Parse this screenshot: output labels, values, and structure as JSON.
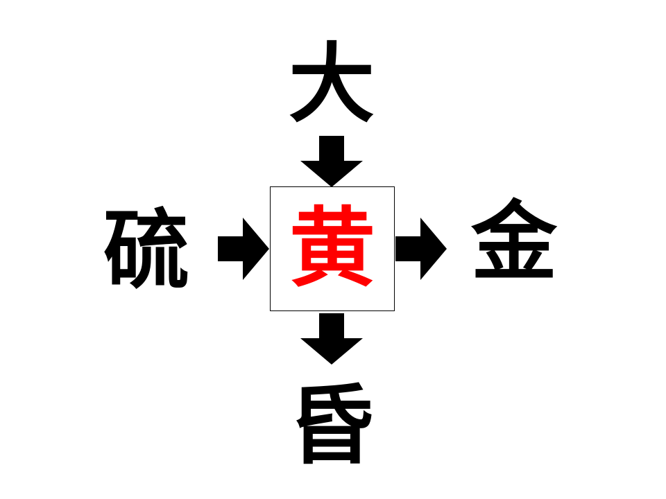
{
  "puzzle": {
    "center": "黄",
    "top": "大",
    "left": "硫",
    "right": "金",
    "bottom": "昏"
  },
  "colors": {
    "center_text": "#ff0000",
    "clue_text": "#000000",
    "arrow": "#000000",
    "box_border": "#000000"
  },
  "icons": {
    "top_arrow": "arrow-down-icon",
    "left_arrow": "arrow-right-icon",
    "right_arrow": "arrow-right-icon",
    "bottom_arrow": "arrow-down-icon"
  }
}
